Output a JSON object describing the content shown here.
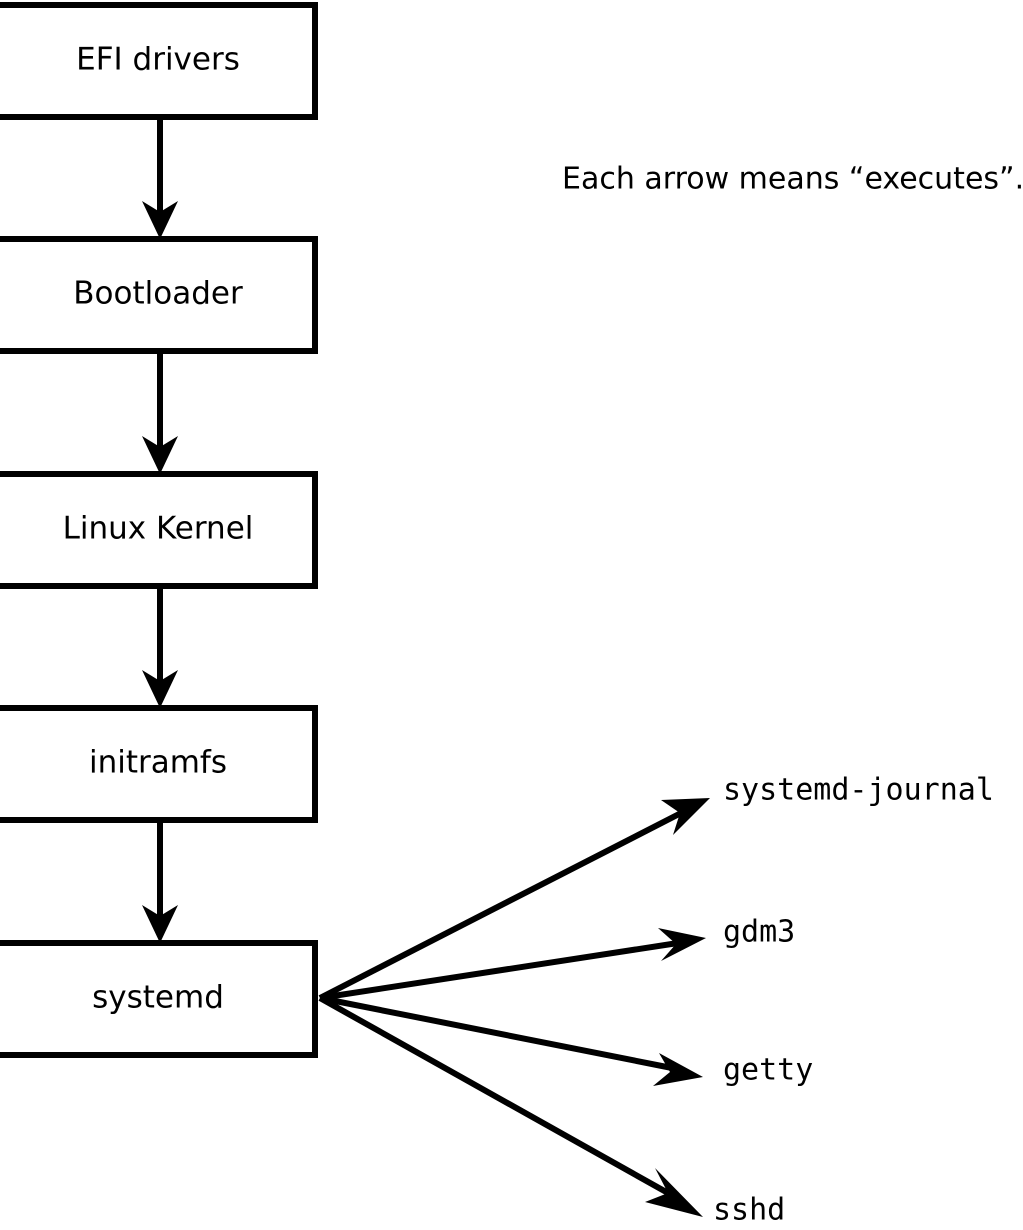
{
  "diagram": {
    "title_caption": "Each arrow means “executes”.",
    "boot_chain": [
      {
        "id": "efi-drivers",
        "label": "EFI drivers"
      },
      {
        "id": "bootloader",
        "label": "Bootloader"
      },
      {
        "id": "linux-kernel",
        "label": "Linux Kernel"
      },
      {
        "id": "initramfs",
        "label": "initramfs"
      },
      {
        "id": "systemd",
        "label": "systemd"
      }
    ],
    "spawned_processes": [
      {
        "id": "systemd-journal",
        "label": "systemd-journal"
      },
      {
        "id": "gdm3",
        "label": "gdm3"
      },
      {
        "id": "getty",
        "label": "getty"
      },
      {
        "id": "sshd",
        "label": "sshd"
      }
    ],
    "colors": {
      "background": "#ffffff",
      "stroke": "#000000",
      "box_fill": "#ffffff",
      "text": "#000000"
    },
    "edge_semantics": "executes"
  }
}
